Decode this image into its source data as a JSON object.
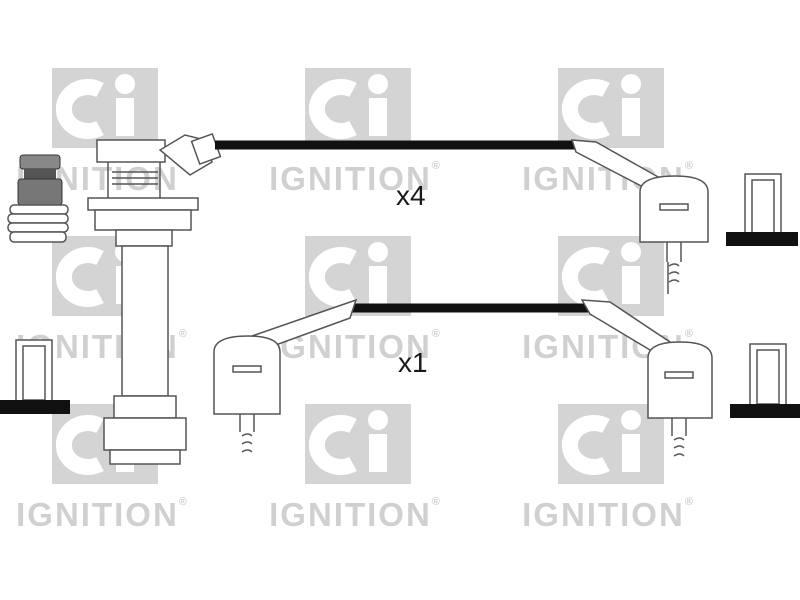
{
  "watermark": {
    "brand_mark": "CI",
    "brand_word": "IGNITION",
    "registered_symbol": "®"
  },
  "labels": {
    "upper_set_quantity": "x4",
    "lower_set_quantity": "x1"
  },
  "colors": {
    "watermark_gray": "#d0d0d0",
    "lead_black": "#111111",
    "outline": "#555555"
  },
  "components": [
    "coil-pack-connector",
    "spark-plug-terminal",
    "upper-ignition-lead",
    "lower-ignition-lead",
    "plug-boot",
    "cable-clip"
  ]
}
